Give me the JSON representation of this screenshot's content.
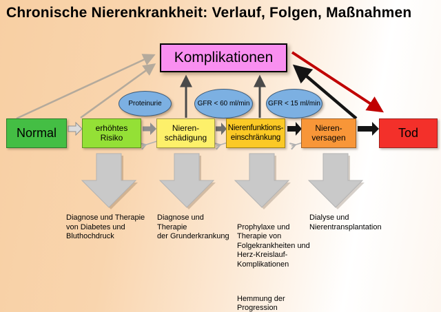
{
  "title": "Chronische Nierenkrankheit: Verlauf, Folgen, Maßnahmen",
  "complication": {
    "label": "Komplikationen",
    "color": "#f98ff0"
  },
  "indicators": [
    {
      "label": "Proteinurie",
      "color": "#7cb0e2"
    },
    {
      "label": "GFR < 60 ml/min",
      "color": "#7cb0e2"
    },
    {
      "label": "GFR < 15 ml/min",
      "color": "#7cb0e2"
    }
  ],
  "stages": [
    {
      "label": "Normal",
      "color": "#44be44"
    },
    {
      "label": "erhöhtes\nRisiko",
      "color": "#94e036"
    },
    {
      "label": "Nieren-\nschädigung",
      "color": "#fdf06a"
    },
    {
      "label": "Nierenfunktions-\neinschränkung",
      "color": "#fbc926"
    },
    {
      "label": "Nieren-\nversagen",
      "color": "#f89638"
    },
    {
      "label": "Tod",
      "color": "#f3302a"
    }
  ],
  "measures": [
    {
      "text": "Diagnose und Therapie\nvon Diabetes und\nBluthochdruck"
    },
    {
      "text": "Diagnose und Therapie\nder Grunderkrankung"
    },
    {
      "text": "Prophylaxe und\nTherapie von\nFolgekrankheiten und\nHerz-Kreislauf-\nKomplikationen",
      "text2": "Hemmung der\nProgression"
    },
    {
      "text": "Dialyse und\nNierentransplantation"
    }
  ],
  "arrow_colors": {
    "thin_gray": "#b4aa9c",
    "mid_gray": "#8f8f8f",
    "dark_gray": "#4a4a4a",
    "black": "#141414",
    "red": "#c00000",
    "return_gray": "#b0b0b0",
    "down_arrow_fill": "#c9c9c9"
  }
}
